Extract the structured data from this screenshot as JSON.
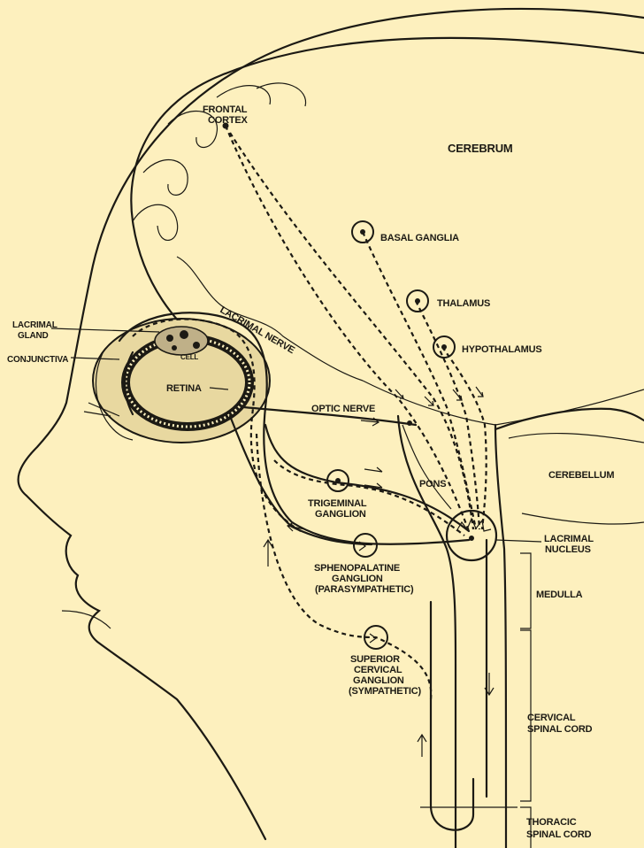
{
  "labels": {
    "frontal_cortex": [
      "FRONTAL",
      "CORTEX"
    ],
    "cerebrum": "CEREBRUM",
    "basal_ganglia": "BASAL GANGLIA",
    "thalamus": "THALAMUS",
    "hypothalamus": "HYPOTHALAMUS",
    "lacrimal_gland": [
      "LACRIMAL",
      "GLAND"
    ],
    "conjunctiva": "CONJUNCTIVA",
    "lacrimal_nerve": "LACRIMAL NERVE",
    "cell": "CELL",
    "retina": "RETINA",
    "optic_nerve": "OPTIC NERVE",
    "pons": "PONS",
    "cerebellum": "CEREBELLUM",
    "trigeminal_ganglion": [
      "TRIGEMINAL",
      "GANGLION"
    ],
    "lacrimal_nucleus": [
      "LACRIMAL",
      "NUCLEUS"
    ],
    "sphenopalatine_ganglion": [
      "SPHENOPALATINE",
      "GANGLION",
      "(PARASYMPATHETIC)"
    ],
    "medulla": "MEDULLA",
    "superior_cervical_ganglion": [
      "SUPERIOR",
      "CERVICAL",
      "GANGLION",
      "(SYMPATHETIC)"
    ],
    "cervical_spinal_cord": [
      "CERVICAL",
      "SPINAL CORD"
    ],
    "thoracic_spinal_cord": [
      "THORACIC",
      "SPINAL CORD"
    ]
  }
}
